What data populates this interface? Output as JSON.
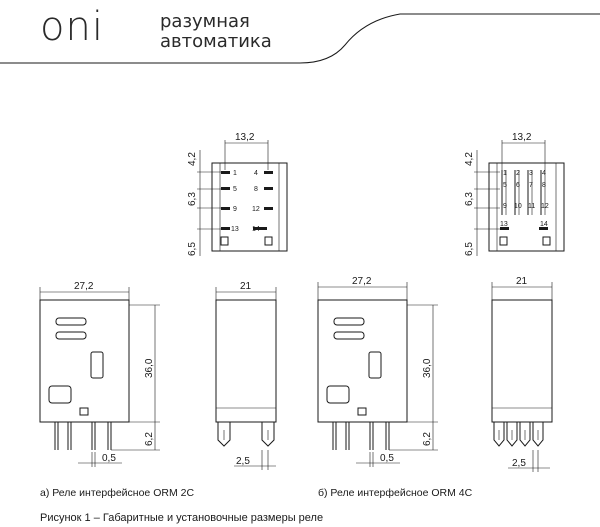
{
  "brand": {
    "logo": "oni",
    "tagline_1": "разумная",
    "tagline_2": "автоматика"
  },
  "dims": {
    "w13_2": "13,2",
    "h4_2": "4,2",
    "h6_3": "6,3",
    "h6_5": "6,5",
    "w27_2": "27,2",
    "w21": "21",
    "h36_0": "36,0",
    "h6_2": "6,2",
    "w0_5": "0,5",
    "w2_5": "2,5"
  },
  "pins_2c": [
    "1",
    "4",
    "5",
    "8",
    "9",
    "12",
    "13",
    "14"
  ],
  "pins_4c": [
    "1",
    "2",
    "3",
    "4",
    "5",
    "6",
    "7",
    "8",
    "9",
    "10",
    "11",
    "12",
    "13",
    "14"
  ],
  "captions": {
    "a": "а) Реле интерфейсное ORM 2С",
    "b": "б) Реле интерфейсное ORM 4С",
    "figure": "Рисунок 1 – Габаритные и установочные размеры реле"
  }
}
